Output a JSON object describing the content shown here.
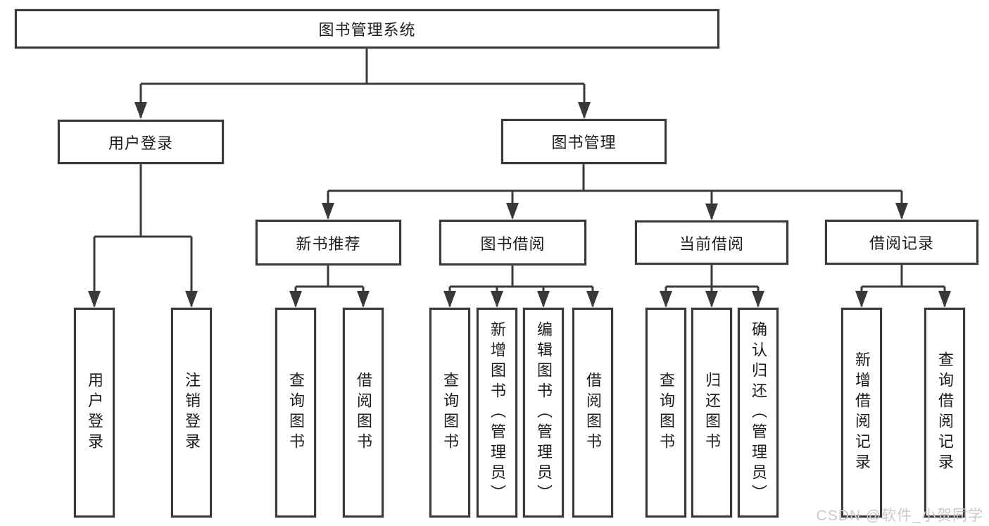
{
  "diagram": {
    "root": {
      "label": "图书管理系统"
    },
    "level2": {
      "user_login": "用户登录",
      "book_mgmt": "图书管理"
    },
    "level3": {
      "new_book": "新书推荐",
      "book_borrow": "图书借阅",
      "current_borrow": "当前借阅",
      "borrow_records": "借阅记录"
    },
    "leaves": {
      "user_login": [
        "用户登录",
        "注销登录"
      ],
      "new_book": [
        "查询图书",
        "借阅图书"
      ],
      "book_borrow": [
        "查询图书",
        "新增图书（管理员）",
        "编辑图书（管理员）",
        "借阅图书"
      ],
      "current_borrow": [
        "查询图书",
        "归还图书",
        "确认归还（管理员）"
      ],
      "borrow_records": [
        "新增借阅记录",
        "查询借阅记录"
      ]
    }
  },
  "watermark": {
    "text": "CSDN @软件_小贺同学"
  },
  "colors": {
    "line": "#3a3a3a",
    "arrow": "#383838",
    "text": "#1c1c1c",
    "watermark": "#c9c9c9",
    "background": "#ffffff"
  }
}
